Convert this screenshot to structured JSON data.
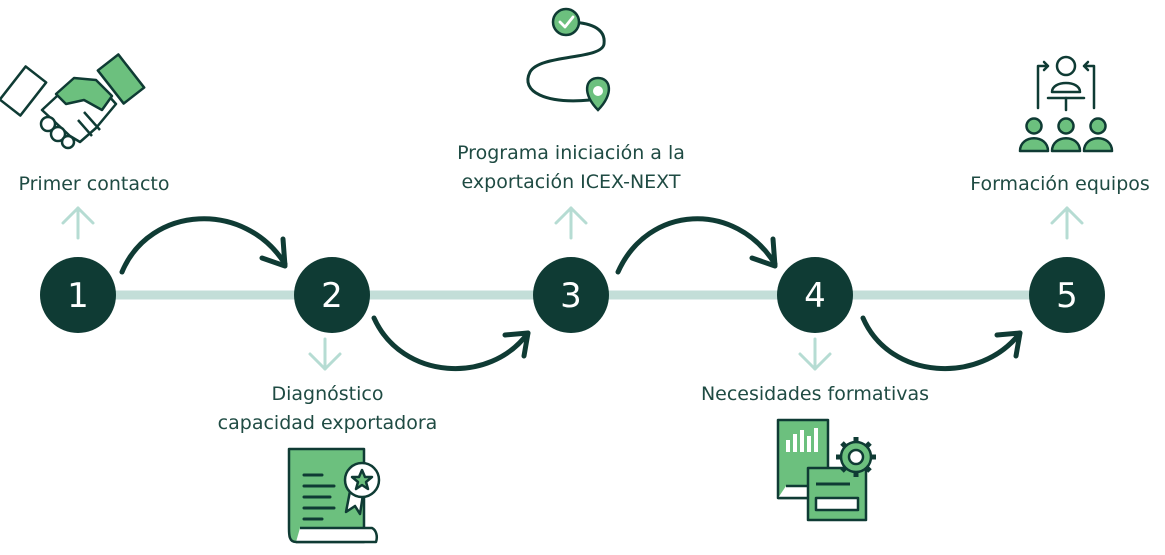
{
  "title": "",
  "steps": [
    {
      "number": "1",
      "label_lines": [
        "Primer contacto"
      ],
      "icon": "handshake-icon"
    },
    {
      "number": "2",
      "label_lines": [
        "Diagnóstico",
        "capacidad exportadora"
      ],
      "icon": "certificate-document-icon"
    },
    {
      "number": "3",
      "label_lines": [
        "Programa iniciación a la",
        "exportación ICEX-NEXT"
      ],
      "icon": "route-path-icon"
    },
    {
      "number": "4",
      "label_lines": [
        "Necesidades formativas"
      ],
      "icon": "report-gear-icon"
    },
    {
      "number": "5",
      "label_lines": [
        "Formación equipos"
      ],
      "icon": "team-hierarchy-icon"
    }
  ],
  "colors": {
    "node": "#0f3b34",
    "node_text": "#ffffff",
    "timeline": "#c3ded8",
    "arrow_light": "#b6dcd3",
    "arrow_dark": "#0f3b34",
    "icon_green": "#6cc07e",
    "icon_outline": "#0f3b34",
    "text": "#1f4b43"
  }
}
